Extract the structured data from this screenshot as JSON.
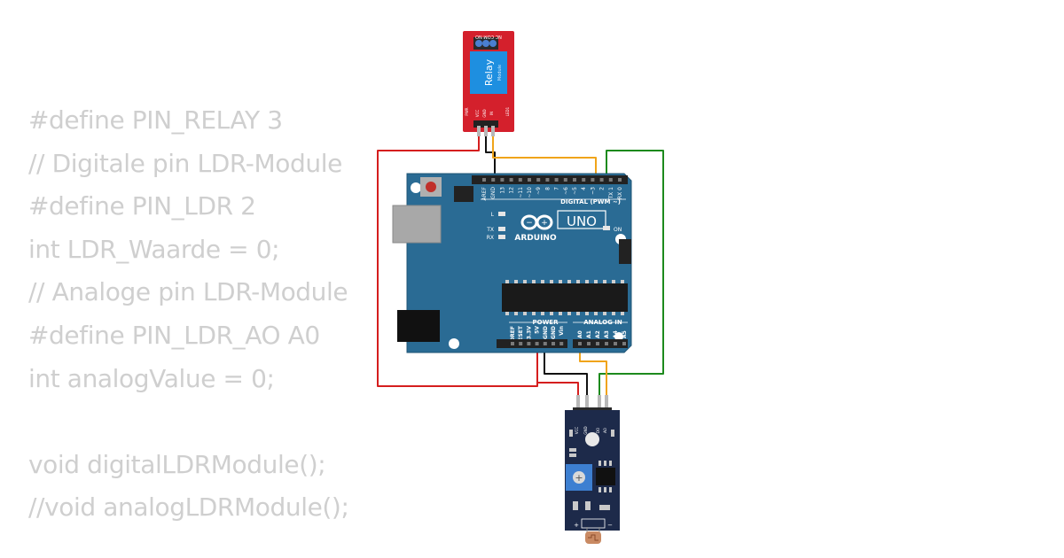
{
  "code_lines": [
    "#define PIN_RELAY 3",
    "// Digitale pin LDR-Module",
    "#define PIN_LDR 2",
    "int LDR_Waarde = 0;",
    "// Analoge pin LDR-Module",
    "#define PIN_LDR_AO A0",
    "int analogValue = 0;",
    "",
    "void digitalLDRModule();",
    "//void analogLDRModule();"
  ],
  "relay": {
    "label": "Relay",
    "sublabel": "Module",
    "top_pins": "NC COM NO",
    "bottom_pins": [
      "VCC",
      "GND",
      "IN"
    ],
    "led_labels": [
      "PWR",
      "LED1"
    ]
  },
  "arduino": {
    "brand": "ARDUINO",
    "model": "UNO",
    "digital_header": "DIGITAL (PWM ~)",
    "top_pins": [
      "AREF",
      "GND",
      "13",
      "12",
      "~11",
      "~10",
      "~9",
      "8",
      "7",
      "~6",
      "~5",
      "4",
      "~3",
      "2",
      "TX 1",
      "RX 0"
    ],
    "led_labels": [
      "L",
      "TX",
      "RX",
      "ON"
    ],
    "power_header": "POWER",
    "analog_header": "ANALOG IN",
    "power_pins": [
      "IOREF",
      "RESET",
      "3.3V",
      "5V",
      "GND",
      "GND",
      "Vin"
    ],
    "analog_pins": [
      "A0",
      "A1",
      "A2",
      "A3",
      "A4",
      "A5"
    ]
  },
  "ldr_module": {
    "pins": [
      "VCC",
      "GND",
      "DO",
      "AO"
    ]
  },
  "colors": {
    "code_text": "#cfcfcf",
    "arduino_board": "#2a6b94",
    "relay_board": "#d4202c",
    "relay_block": "#1e8fe0",
    "ldr_board": "#1d2a4a",
    "wire_red": "#d51e1e",
    "wire_black": "#111111",
    "wire_orange": "#f0a41a",
    "wire_green": "#1d8a1d"
  }
}
